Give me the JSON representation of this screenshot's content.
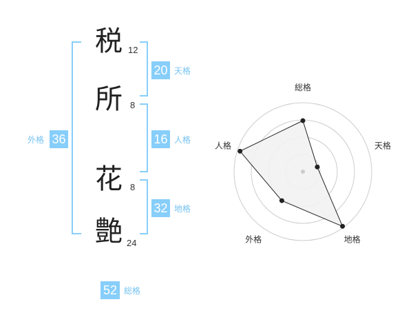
{
  "name_chars": [
    {
      "char": "税",
      "strokes": "12"
    },
    {
      "char": "所",
      "strokes": "8"
    },
    {
      "char": "花",
      "strokes": "8"
    },
    {
      "char": "艶",
      "strokes": "24"
    }
  ],
  "fortunes": {
    "tenkaku": {
      "label": "天格",
      "value": "20"
    },
    "jinkaku": {
      "label": "人格",
      "value": "16"
    },
    "chikaku": {
      "label": "地格",
      "value": "32"
    },
    "gaikaku": {
      "label": "外格",
      "value": "36"
    },
    "soukaku": {
      "label": "総格",
      "value": "52"
    }
  },
  "colors": {
    "accent": "#87cefa",
    "label_text": "#76c3f2",
    "kanji_text": "#222222",
    "radar_fill": "#f2f2f2",
    "radar_grid": "#cccccc",
    "radar_line": "#222222"
  },
  "chart_data": {
    "type": "radar",
    "axes": [
      "総格",
      "天格",
      "地格",
      "外格",
      "人格"
    ],
    "values": [
      0.74,
      0.22,
      0.98,
      0.52,
      0.96
    ],
    "range": [
      0,
      1
    ],
    "grid_rings": 4
  }
}
